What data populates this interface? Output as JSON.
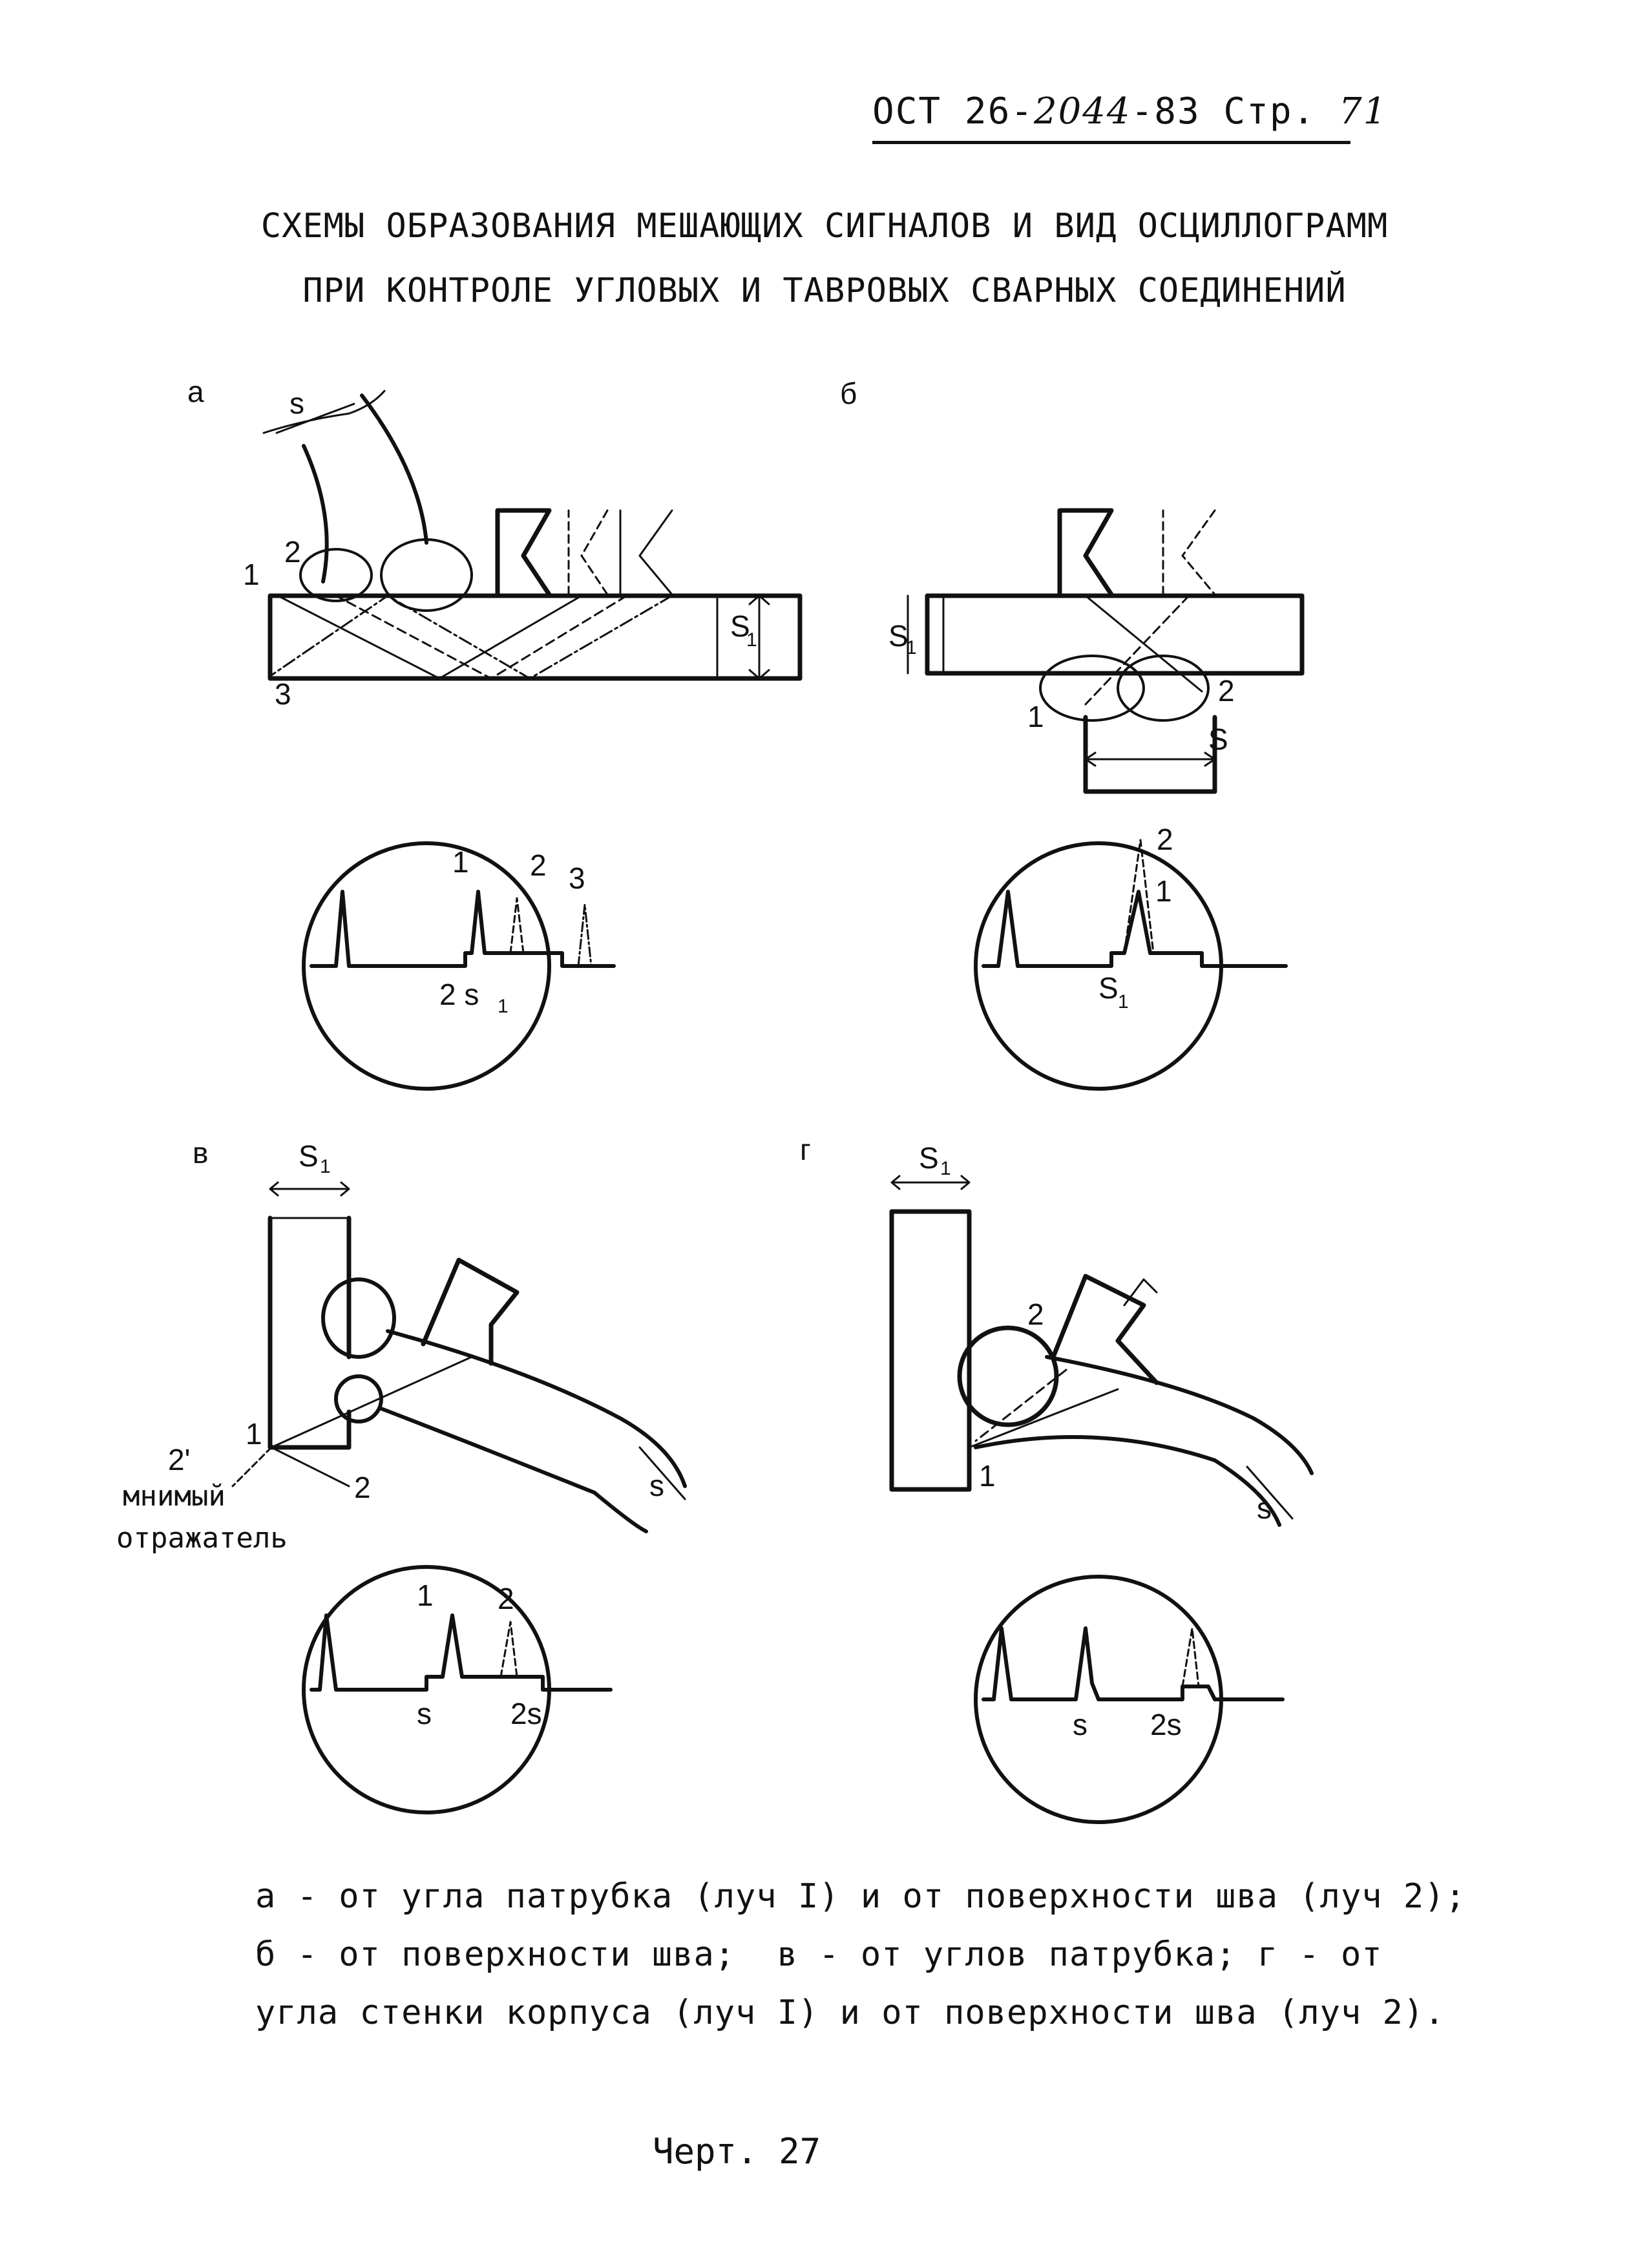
{
  "header": {
    "standard": "ОСТ 26-",
    "number_hw": "2044",
    "rest": "-83 Стр.",
    "page_hw": "71"
  },
  "title": {
    "line1": "СХЕМЫ ОБРАЗОВАНИЯ МЕШАЮЩИХ СИГНАЛОВ И ВИД ОСЦИЛЛОГРАММ",
    "line2": "ПРИ КОНТРОЛЕ УГЛОВЫХ И ТАВРОВЫХ СВАРНЫХ СОЕДИНЕНИЙ"
  },
  "figures": {
    "a": {
      "letter": "а",
      "s": "s",
      "s1": "S",
      "s1_sub": "1",
      "ray1": "1",
      "ray2": "2",
      "ray3": "3",
      "osc": {
        "p1": "1",
        "p2": "2",
        "p3": "3",
        "base": "2 s",
        "base_sub": "1"
      }
    },
    "b": {
      "letter": "б",
      "s": "S",
      "s1": "S",
      "s1_sub": "1",
      "ray1": "1",
      "ray2": "2",
      "osc": {
        "p1": "1",
        "p2": "2",
        "base": "S",
        "base_sub": "1"
      }
    },
    "v": {
      "letter": "в",
      "s": "s",
      "s1": "S",
      "s1_sub": "1",
      "ray1": "1",
      "ray2": "2",
      "ray2p": "2'",
      "mnimy": "мнимый",
      "otrazhatel": "отражатель",
      "osc": {
        "p1": "1",
        "p2": "2",
        "base1": "s",
        "base2": "2s"
      }
    },
    "g": {
      "letter": "г",
      "s": "s",
      "s1": "S",
      "s1_sub": "1",
      "ray1": "1",
      "ray2": "2",
      "osc": {
        "base1": "s",
        "base2": "2s"
      }
    }
  },
  "caption": {
    "line1": "а - от угла патрубка (луч I) и от поверхности шва (луч 2);",
    "line2": "б - от поверхности шва;  в - от углов патрубка; г - от",
    "line3": "угла стенки корпуса (луч I) и от поверхности шва (луч 2)."
  },
  "footer": {
    "label": "Черт.",
    "number": "27"
  }
}
